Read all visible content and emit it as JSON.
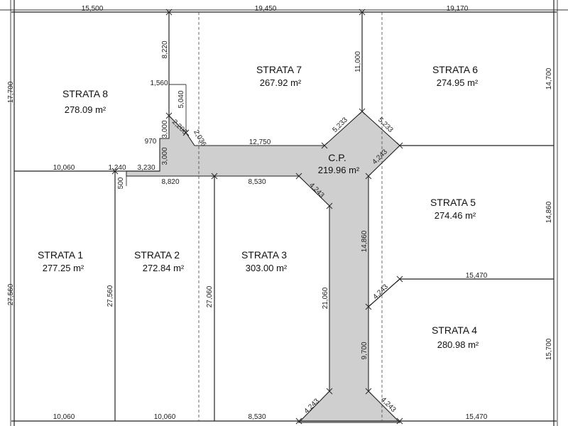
{
  "lots": {
    "strata1": {
      "name": "STRATA 1",
      "area": "277.25 m²"
    },
    "strata2": {
      "name": "STRATA 2",
      "area": "272.84 m²"
    },
    "strata3": {
      "name": "STRATA 3",
      "area": "303.00 m²"
    },
    "strata4": {
      "name": "STRATA 4",
      "area": "280.98 m²"
    },
    "strata5": {
      "name": "STRATA 5",
      "area": "274.46 m²"
    },
    "strata6": {
      "name": "STRATA 6",
      "area": "274.95 m²"
    },
    "strata7": {
      "name": "STRATA 7",
      "area": "267.92 m²"
    },
    "strata8": {
      "name": "STRATA 8",
      "area": "278.09 m²"
    },
    "cp": {
      "name": "C.P.",
      "area": "219.96 m²"
    }
  },
  "dimensions": {
    "top_left": "15,500",
    "top_mid": "19,450",
    "top_right": "19,170",
    "left_upper": "17,700",
    "left_lower": "27,560",
    "right_top": "14,700",
    "right_mid": "14,860",
    "right_bottom": "15,700",
    "s8_vert_top": "8,220",
    "s8_1560": "1,560",
    "s8_5040": "5,040",
    "d_2206": "2,206",
    "d_2036": "2,036",
    "d_3000a": "3,000",
    "d_3000b": "3,000",
    "d_970": "970",
    "d_12750": "12,750",
    "d_11000": "11,000",
    "d_5233a": "5,233",
    "d_5233b": "5,233",
    "d_4243_cp": "4,243",
    "mid_10060": "10,060",
    "mid_1240": "1,240",
    "mid_3230": "3,230",
    "d_500": "500",
    "mid_8820": "8,820",
    "mid_8530": "8,530",
    "d_4243_s3": "4,243",
    "d_14860": "14,860",
    "d_27560_s2": "27,560",
    "d_27060_s3": "27,060",
    "d_21060": "21,060",
    "d_4243_s4": "4,243",
    "d_15470_mid": "15,470",
    "d_9700": "9,700",
    "d_4243_bl": "4,243",
    "d_4243_br": "4,243",
    "bot_10060a": "10,060",
    "bot_10060b": "10,060",
    "bot_8530": "8,530",
    "bot_15470": "15,470"
  }
}
